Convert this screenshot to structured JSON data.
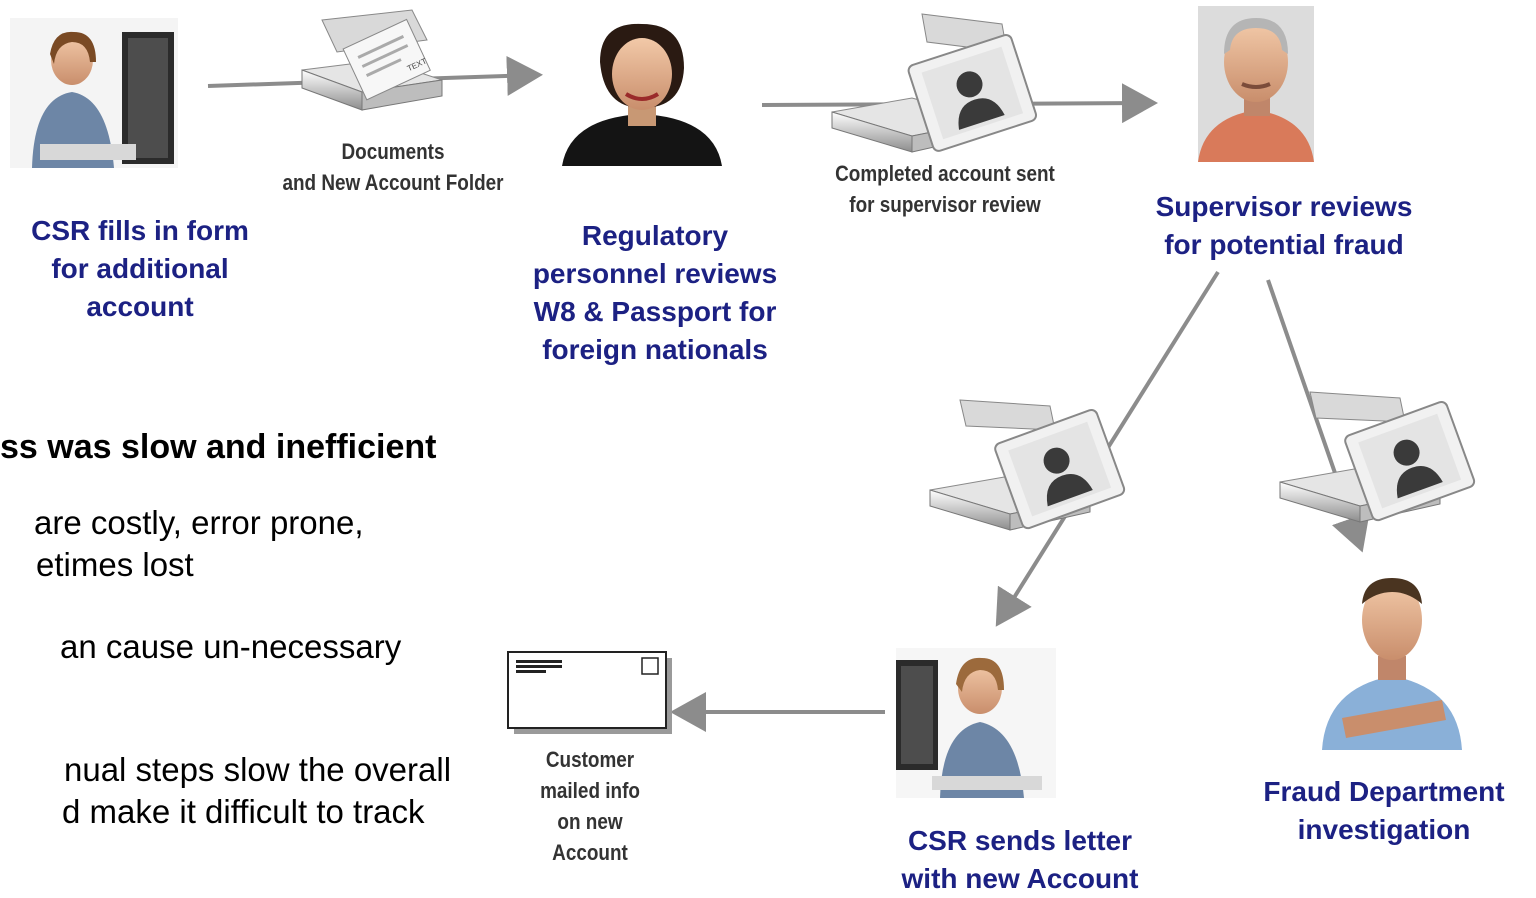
{
  "captions": {
    "documents_line1": "Documents",
    "documents_line2": "and New Account Folder",
    "completed_line1": "Completed account sent",
    "completed_line2": "for supervisor review",
    "customer_mailed": [
      "Customer",
      "mailed info",
      "on new",
      "Account"
    ]
  },
  "roles": {
    "csr_form": [
      "CSR fills in form",
      "for additional",
      "account"
    ],
    "regulatory": [
      "Regulatory",
      "personnel reviews",
      "W8 & Passport for",
      "foreign nationals"
    ],
    "supervisor": [
      "Supervisor reviews",
      "for potential fraud"
    ],
    "fraud": [
      "Fraud Department",
      "investigation"
    ],
    "csr_letter": [
      "CSR sends letter",
      "with new Account"
    ]
  },
  "left_text": {
    "heading": "ss was slow and inefficient",
    "lines": [
      "are costly, error prone,",
      "etimes lost",
      "an cause un-necessary",
      "nual steps slow the overall",
      "d make it difficult to track"
    ]
  },
  "scanner_label": "TEXT",
  "colors": {
    "role_text": "#1c2183",
    "arrow": "#8c8c8c",
    "caption": "#333333"
  }
}
